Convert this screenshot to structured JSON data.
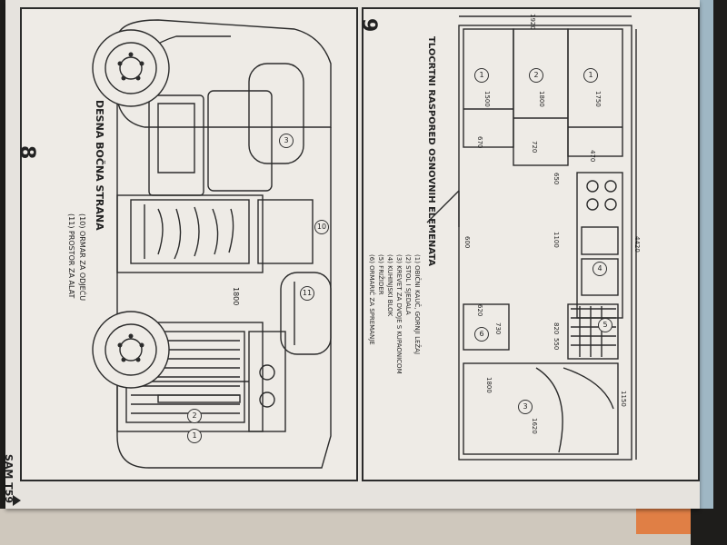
{
  "left_page": {
    "page_number": "8",
    "title": "DESNA BOČNA STRANA",
    "legend": [
      {
        "marker": "10",
        "text": "ORMAR ZA ODJEĆU"
      },
      {
        "marker": "11",
        "text": "PROSTOR ZA ALAT"
      }
    ],
    "callouts": [
      "1",
      "2",
      "3",
      "10",
      "11"
    ],
    "dimension": "1800"
  },
  "right_page": {
    "page_number": "9",
    "title": "TLOCRTNI RASPORED OSNOVNIH ELEMENATA",
    "legend": [
      {
        "marker": "1",
        "text": "OBIČNI KAUČ, GORNJI LEŽAJ"
      },
      {
        "marker": "2",
        "text": "STOL I SJEDALA"
      },
      {
        "marker": "3",
        "text": "KREVET ZA DVOJE S KUPAONICOM"
      },
      {
        "marker": "4",
        "text": "KUHINJSKI BLOK"
      },
      {
        "marker": "5",
        "text": "FRIŽIDER"
      },
      {
        "marker": "6",
        "text": "ORMARIĆ ZA SPREMANJE"
      }
    ],
    "dimensions": [
      "1920",
      "4420",
      "1500",
      "1800",
      "1750",
      "670",
      "720",
      "470",
      "620",
      "730",
      "1620",
      "1800",
      "1150",
      "600",
      "820",
      "550",
      "650",
      "1100"
    ],
    "callouts": [
      "1",
      "2",
      "3",
      "4",
      "5",
      "6"
    ]
  },
  "footer": {
    "magazine": "SAM T59"
  },
  "colors": {
    "paper": "#eeebe6",
    "ink": "#2b2b2b",
    "background": "#1e1d1b"
  }
}
